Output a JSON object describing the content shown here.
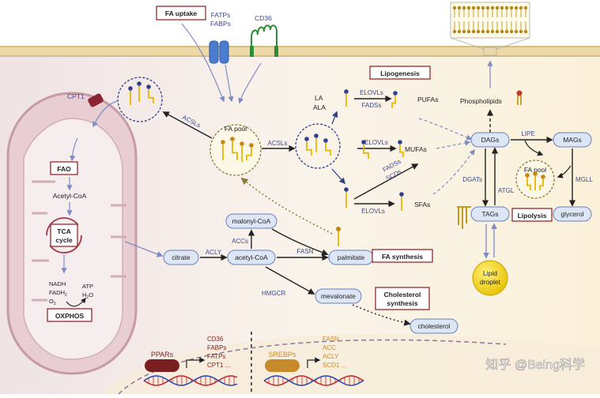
{
  "boxed_labels": {
    "fa_uptake": "FA uptake",
    "lipogenesis": "Lipogenesis",
    "fao": "FAO",
    "oxphos": "OXPHOS",
    "fa_synthesis": "FA synthesis",
    "cholesterol_synthesis_1": "Cholesterol",
    "cholesterol_synthesis_2": "synthesis",
    "lipolysis": "Lipolysis"
  },
  "transporters": {
    "fatps": "FATPs",
    "fabps": "FABPs",
    "cd36": "CD36"
  },
  "mitochondrion": {
    "cpt1": "CPT1",
    "acetyl_coa": "Acetyl-CoA",
    "tca_1": "TCA",
    "tca_2": "cycle",
    "nadh": "NADH",
    "fadh2": "FADH",
    "fadh2_sub": "2",
    "o2": "O",
    "o2_sub": "2",
    "atp": "ATP",
    "h2o": "H",
    "h2o_sub": "2",
    "h2o_tail": "O"
  },
  "enzymes": {
    "acsls_left": "ACSLs",
    "acsls_right": "ACSLs",
    "elovls_top": "ELOVLs",
    "fadss_top": "FADSs",
    "elovls_mid": "ELOVLs",
    "fadss_mid": "FADSs",
    "scds_mid": "SCDs",
    "elovls_low": "ELOVLs",
    "acly": "ACLY",
    "accs": "ACCs",
    "fasn": "FASN",
    "hmgcr": "HMGCR",
    "lipe": "LIPE",
    "dgats": "DGATs",
    "atgl": "ATGL",
    "mgll": "MGLL"
  },
  "metabolites": {
    "fa_pool_center": "FA pool",
    "fa_pool_right": "FA pool",
    "la": "LA",
    "ala": "ALA",
    "pufas": "PUFAs",
    "mufas": "MUFAs",
    "sfas": "SFAs",
    "phospholipids": "Phospholipids",
    "citrate": "citrate",
    "acetyl_coa": "acetyl-CoA",
    "malonyl_coa": "malonyl-CoA",
    "palmitate": "palmitate",
    "mevalonate": "mevalonate",
    "cholesterol": "cholesterol",
    "dags": "DAGs",
    "mags": "MAGs",
    "tags": "TAGs",
    "glycerol": "glycerol",
    "lipid_droplet_1": "Lipid",
    "lipid_droplet_2": "droplet"
  },
  "transcription": {
    "ppars": "PPARs",
    "ppar_targets": [
      "CD36",
      "FABPs",
      "FATPs",
      "CPT1 ..."
    ],
    "srebps": "SREBPs",
    "srebp_targets": [
      "FASN",
      "ACC",
      "ACLY",
      "SCD1 ..."
    ]
  },
  "watermark": "知乎 @Being科学",
  "colors": {
    "accent_red": "#8b1a1a",
    "enzyme_blue": "#3b4a8c",
    "node_fill": "#dde6f5",
    "node_stroke": "#6b7fb8",
    "fa_gold": "#e6b800",
    "srebp_orange": "#c78a2a",
    "ppar_red": "#7a1f1f"
  }
}
